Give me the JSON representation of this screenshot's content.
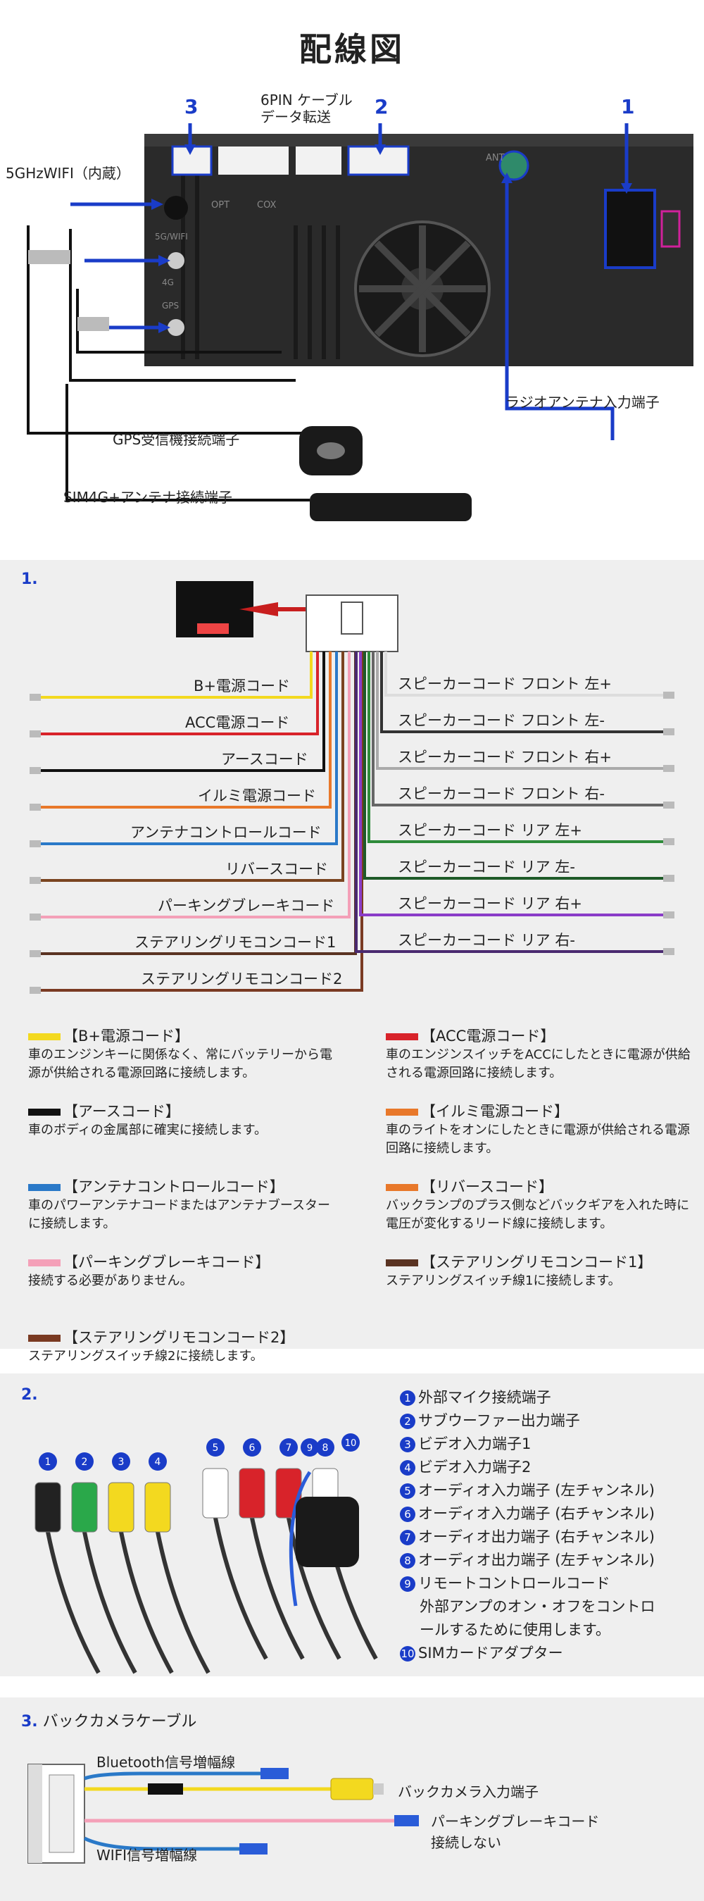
{
  "title": "配線図",
  "top": {
    "num1": "1",
    "num2": "2",
    "num3": "3",
    "cable6pin": "6PIN ケーブル\nデータ転送",
    "wifi": "5GHzWIFI（内蔵）",
    "radio": "ラジオアンテナ入力端子",
    "gps": "GPS受信機接続端子",
    "sim": "SIM4G+アンテナ接続端子",
    "ant_text": "ANT",
    "opt_text": "OPT",
    "cox_text": "COX",
    "wifi_port": "5G/WIFI",
    "g4_port": "4G",
    "gps_port": "GPS"
  },
  "s1": {
    "num": "1.",
    "left_wires": [
      {
        "label": "B+電源コード",
        "color": "#f3d91f"
      },
      {
        "label": "ACC電源コード",
        "color": "#d8232a"
      },
      {
        "label": "アースコード",
        "color": "#111111"
      },
      {
        "label": "イルミ電源コード",
        "color": "#e8782a"
      },
      {
        "label": "アンテナコントロールコード",
        "color": "#2a79c8"
      },
      {
        "label": "リバースコード",
        "color": "#7a4420"
      },
      {
        "label": "パーキングブレーキコード",
        "color": "#f4a0b8"
      },
      {
        "label": "ステアリングリモコンコード1",
        "color": "#5a3322"
      },
      {
        "label": "ステアリングリモコンコード2",
        "color": "#7a3a22"
      }
    ],
    "right_wires": [
      {
        "label": "スピーカーコード フロント 左+",
        "color": "#ffffff"
      },
      {
        "label": "スピーカーコード フロント 左-",
        "color": "#333333"
      },
      {
        "label": "スピーカーコード フロント 右+",
        "color": "#aaaaaa"
      },
      {
        "label": "スピーカーコード フロント 右-",
        "color": "#666666"
      },
      {
        "label": "スピーカーコード リア 左+",
        "color": "#2e8b3a"
      },
      {
        "label": "スピーカーコード リア 左-",
        "color": "#1e5a28"
      },
      {
        "label": "スピーカーコード リア 右+",
        "color": "#8a3cc8"
      },
      {
        "label": "スピーカーコード リア 右-",
        "color": "#4a2a70"
      }
    ],
    "legend": [
      {
        "head": "【B+電源コード】",
        "color": "#f3d91f",
        "desc": "車のエンジンキーに関係なく、常にバッテリーから電源が供給される電源回路に接続します。"
      },
      {
        "head": "【ACC電源コード】",
        "color": "#d8232a",
        "desc": "車のエンジンスイッチをACCにしたときに電源が供給される電源回路に接続します。"
      },
      {
        "head": "【アースコード】",
        "color": "#111111",
        "desc": "車のボディの金属部に確実に接続します。"
      },
      {
        "head": "【イルミ電源コード】",
        "color": "#e8782a",
        "desc": "車のライトをオンにしたときに電源が供給される電源回路に接続します。"
      },
      {
        "head": "【アンテナコントロールコード】",
        "color": "#2a79c8",
        "desc": "車のパワーアンテナコードまたはアンテナブースターに接続します。"
      },
      {
        "head": "【リバースコード】",
        "color": "#e8782a",
        "desc": "バックランプのプラス側などバックギアを入れた時に電圧が変化するリード線に接続します。"
      },
      {
        "head": "【パーキングブレーキコード】",
        "color": "#f4a0b8",
        "desc": "接続する必要がありません。"
      },
      {
        "head": "【ステアリングリモコンコード1】",
        "color": "#5a3322",
        "desc": "ステアリングスイッチ線1に接続します。"
      },
      {
        "head": "【ステアリングリモコンコード2】",
        "color": "#7a3a22",
        "desc": "ステアリングスイッチ線2に接続します。"
      }
    ]
  },
  "s2": {
    "num": "2.",
    "items": [
      {
        "n": "1",
        "text": "外部マイク接続端子"
      },
      {
        "n": "2",
        "text": "サブウーファー出力端子"
      },
      {
        "n": "3",
        "text": "ビデオ入力端子1"
      },
      {
        "n": "4",
        "text": "ビデオ入力端子2"
      },
      {
        "n": "5",
        "text": "オーディオ入力端子 (左チャンネル)"
      },
      {
        "n": "6",
        "text": "オーディオ入力端子 (右チャンネル)"
      },
      {
        "n": "7",
        "text": "オーディオ出力端子 (右チャンネル)"
      },
      {
        "n": "8",
        "text": "オーディオ出力端子 (左チャンネル)"
      },
      {
        "n": "9",
        "text": "リモートコントロールコード"
      },
      {
        "n": "10",
        "text": "SIMカードアダプター"
      }
    ],
    "item9_desc1": "外部アンプのオン・オフをコントロ",
    "item9_desc2": "ールするために使用します。",
    "plug_colors": [
      "#222222",
      "#2aa84a",
      "#f3d91f",
      "#f3d91f",
      "#ffffff",
      "#d8232a",
      "#d8232a",
      "#ffffff"
    ]
  },
  "s3": {
    "num": "3.",
    "title": "バックカメラケーブル",
    "bt": "Bluetooth信号増幅線",
    "cam": "バックカメラ入力端子",
    "park1": "パーキングブレーキコード",
    "park2": "接続しない",
    "wifi": "WIFI信号増幅線"
  }
}
